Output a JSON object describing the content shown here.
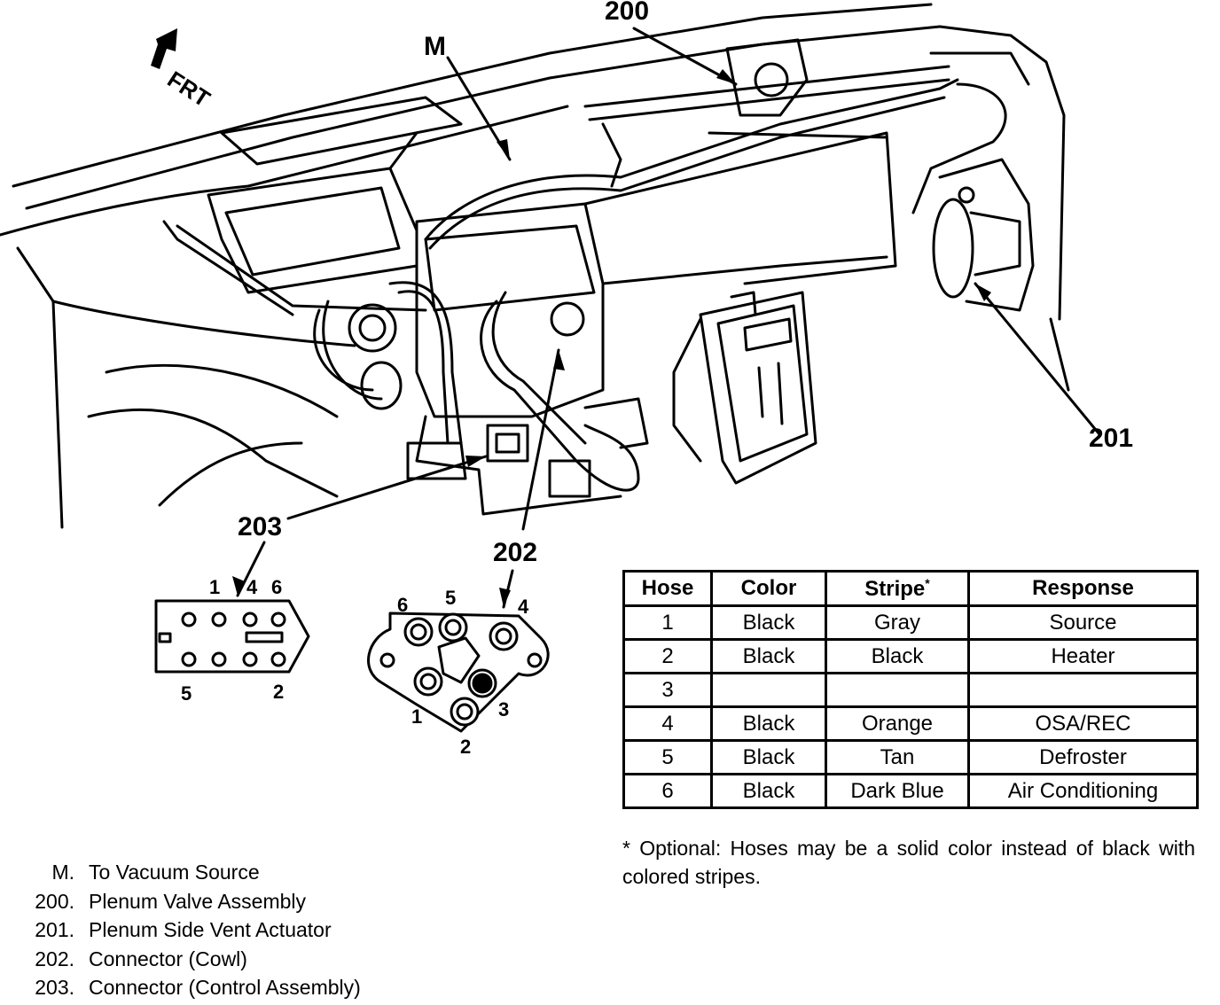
{
  "callouts": {
    "m": "M",
    "c200": "200",
    "c201": "201",
    "c202": "202",
    "c203": "203",
    "frt": "FRT"
  },
  "connector_203_pins": [
    "1",
    "4",
    "6",
    "5",
    "2"
  ],
  "connector_202_pins": [
    "6",
    "5",
    "4",
    "1",
    "2",
    "3"
  ],
  "table": {
    "headers": [
      "Hose",
      "Color",
      "Stripe",
      "Response"
    ],
    "stripe_mark": "*",
    "rows": [
      [
        "1",
        "Black",
        "Gray",
        "Source"
      ],
      [
        "2",
        "Black",
        "Black",
        "Heater"
      ],
      [
        "3",
        "",
        "",
        ""
      ],
      [
        "4",
        "Black",
        "Orange",
        "OSA/REC"
      ],
      [
        "5",
        "Black",
        "Tan",
        "Defroster"
      ],
      [
        "6",
        "Black",
        "Dark Blue",
        "Air Conditioning"
      ]
    ]
  },
  "note": "* Optional: Hoses may be a solid color instead of black with colored stripes.",
  "legend": [
    {
      "key": "M.",
      "text": "To Vacuum Source"
    },
    {
      "key": "200.",
      "text": "Plenum Valve Assembly"
    },
    {
      "key": "201.",
      "text": "Plenum Side Vent Actuator"
    },
    {
      "key": "202.",
      "text": "Connector (Cowl)"
    },
    {
      "key": "203.",
      "text": "Connector (Control Assembly)"
    }
  ]
}
